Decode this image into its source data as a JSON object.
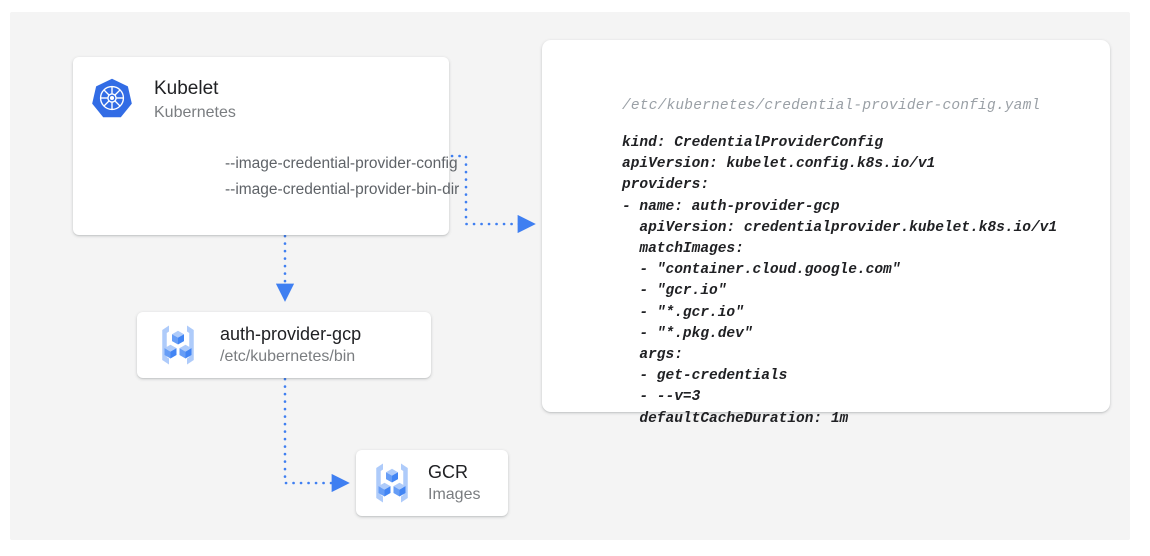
{
  "canvas": {
    "background": "#f4f4f4"
  },
  "accent": {
    "blue": "#3f7ff1",
    "icon_light": "#aecbfa",
    "icon_mid": "#669df6",
    "k8s": "#326ce5"
  },
  "kubelet_card": {
    "icon": "kubernetes-helm-icon",
    "title": "Kubelet",
    "subtitle": "Kubernetes",
    "flags": [
      "--image-credential-provider-config",
      "--image-credential-provider-bin-dir"
    ]
  },
  "auth_provider_card": {
    "icon": "container-registry-icon",
    "title": "auth-provider-gcp",
    "subtitle": "/etc/kubernetes/bin"
  },
  "gcr_card": {
    "icon": "container-registry-icon",
    "title": "GCR",
    "subtitle": "Images"
  },
  "yaml_panel": {
    "path": "/etc/kubernetes/credential-provider-config.yaml",
    "content": "kind: CredentialProviderConfig\napiVersion: kubelet.config.k8s.io/v1\nproviders:\n- name: auth-provider-gcp\n  apiVersion: credentialprovider.kubelet.k8s.io/v1\n  matchImages:\n  - \"container.cloud.google.com\"\n  - \"gcr.io\"\n  - \"*.gcr.io\"\n  - \"*.pkg.dev\"\n  args:\n  - get-credentials\n  - --v=3\n  defaultCacheDuration: 1m"
  },
  "connectors": [
    {
      "name": "kubelet-config-to-yaml",
      "from": "kubelet-config-flag",
      "to": "yaml-panel"
    },
    {
      "name": "kubelet-to-auth-provider",
      "from": "kubelet-card",
      "to": "auth-provider-card"
    },
    {
      "name": "auth-provider-to-gcr",
      "from": "auth-provider-card",
      "to": "gcr-card"
    }
  ]
}
